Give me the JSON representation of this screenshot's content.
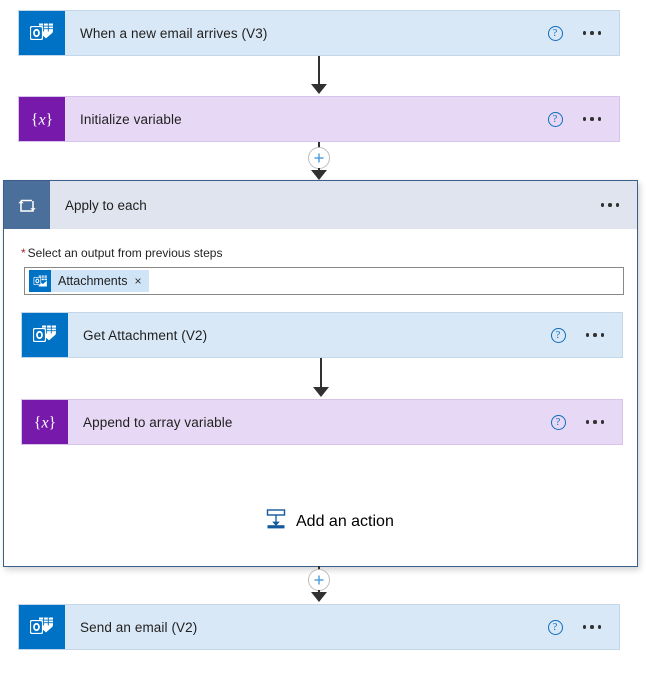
{
  "flow": {
    "trigger": {
      "title": "When a new email arrives (V3)",
      "icon": "outlook-icon",
      "help_icon": "help-icon",
      "menu_icon": "ellipsis-icon",
      "color": "#d9e8f7",
      "icon_color": "#0072c6"
    },
    "init_variable": {
      "title": "Initialize variable",
      "icon": "variable-icon",
      "help_icon": "help-icon",
      "menu_icon": "ellipsis-icon",
      "color": "#e7d9f5",
      "icon_color": "#7719aa"
    },
    "scope": {
      "title": "Apply to each",
      "icon": "loop-icon",
      "menu_icon": "ellipsis-icon",
      "header_color": "#dfe4ee",
      "icon_color": "#4a6f9b",
      "border_color": "#3b5f8a",
      "field": {
        "required_marker": "*",
        "label": "Select an output from previous steps",
        "token": {
          "text": "Attachments",
          "icon": "outlook-icon",
          "remove_label": "×"
        }
      },
      "children": [
        {
          "title": "Get Attachment (V2)",
          "icon": "outlook-icon",
          "help_icon": "help-icon",
          "menu_icon": "ellipsis-icon",
          "color": "#d9e8f7",
          "icon_color": "#0072c6"
        },
        {
          "title": "Append to array variable",
          "icon": "variable-icon",
          "help_icon": "help-icon",
          "menu_icon": "ellipsis-icon",
          "color": "#e7d9f5",
          "icon_color": "#7719aa"
        }
      ],
      "add_action": {
        "label": "Add an action",
        "icon": "add-action-icon",
        "color": "#3b6fce"
      }
    },
    "send_email": {
      "title": "Send an email (V2)",
      "icon": "outlook-icon",
      "help_icon": "help-icon",
      "menu_icon": "ellipsis-icon",
      "color": "#d9e8f7",
      "icon_color": "#0072c6"
    },
    "connectors": {
      "plus_icon": "plus-icon",
      "help_glyph": "?"
    }
  }
}
